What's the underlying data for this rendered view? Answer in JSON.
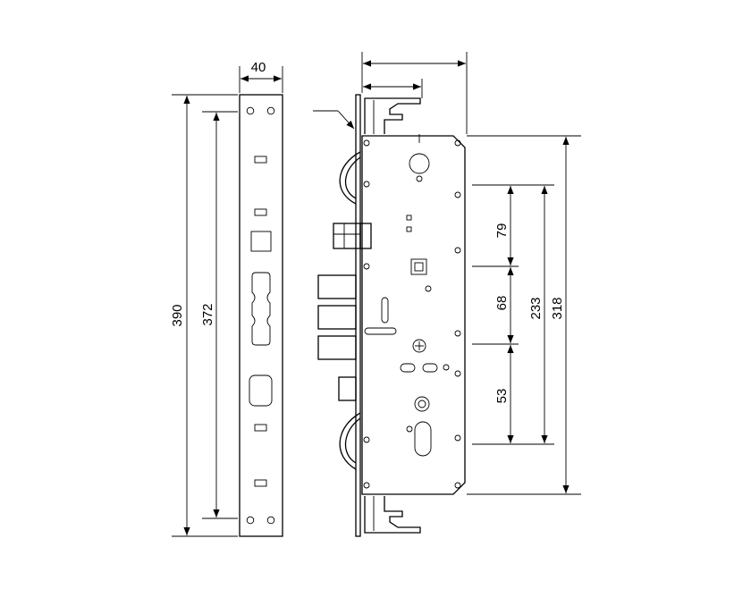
{
  "dimensions": {
    "faceplate_width": "40",
    "faceplate_total_length": "390",
    "faceplate_hole_spacing": "372",
    "spacing_upper": "79",
    "spacing_middle": "68",
    "spacing_lower": "53",
    "span_233": "233",
    "span_318": "318"
  }
}
